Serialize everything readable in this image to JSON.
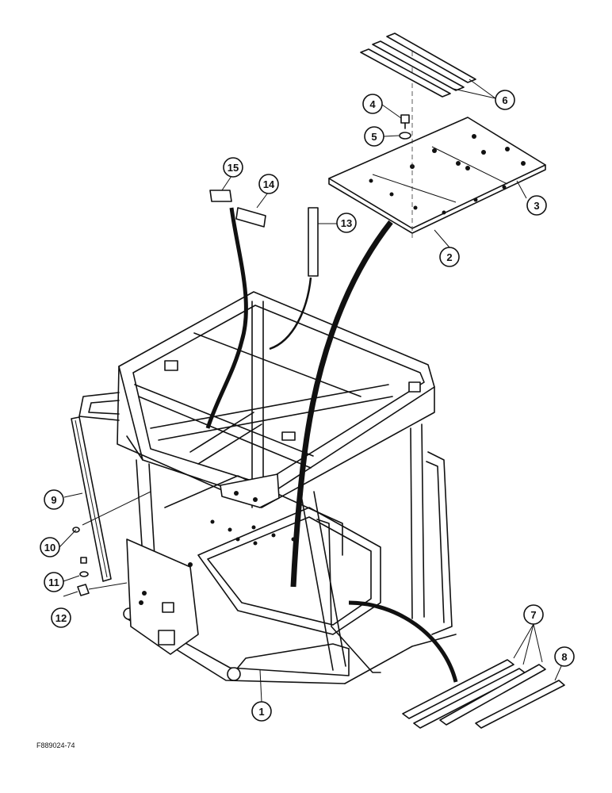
{
  "figure_id": "F889024-74",
  "callouts": [
    "1",
    "2",
    "3",
    "4",
    "5",
    "6",
    "7",
    "8",
    "9",
    "10",
    "11",
    "12",
    "13",
    "14",
    "15"
  ]
}
